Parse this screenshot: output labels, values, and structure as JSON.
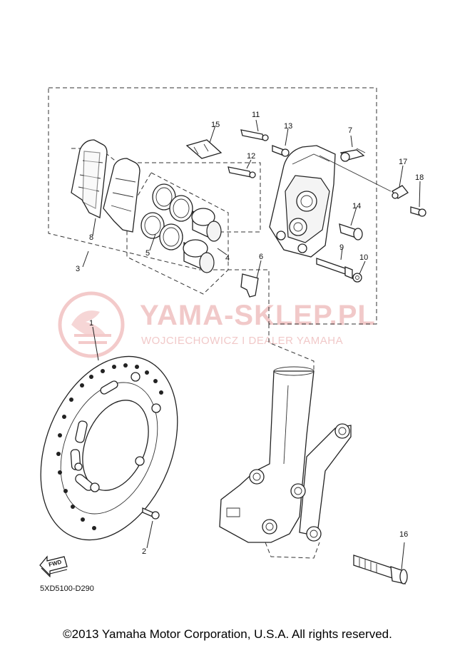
{
  "watermark": {
    "title": "YAMA-SKLEP.PL",
    "subtitle": "WOJCIECHOWICZ I DEALER YAMAHA",
    "color": "#f1c9c9"
  },
  "callouts": [
    "1",
    "2",
    "3",
    "4",
    "5",
    "6",
    "7",
    "8",
    "9",
    "10",
    "11",
    "12",
    "13",
    "14",
    "15",
    "16",
    "17",
    "18"
  ],
  "fwd_label": "FWD",
  "diagram_code": "5XD5100-D290",
  "copyright": "©2013 Yamaha Motor Corporation, U.S.A. All rights reserved."
}
